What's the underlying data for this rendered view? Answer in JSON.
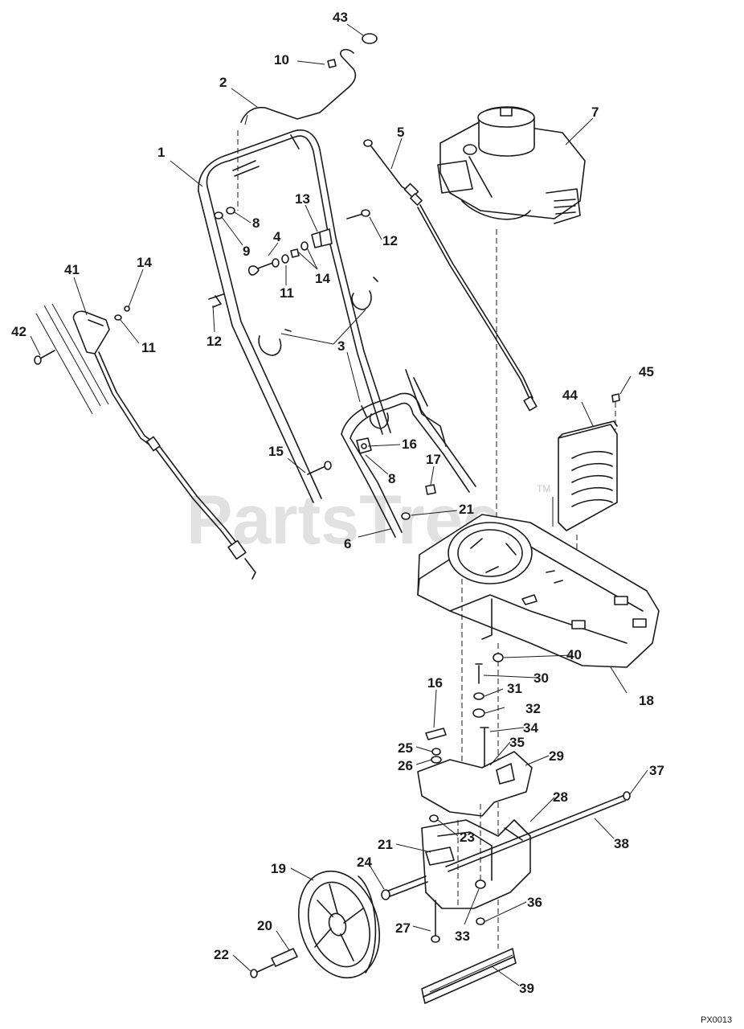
{
  "diagram": {
    "watermark": "PartsTree",
    "watermark_tm": "TM",
    "drawing_code": "PX0013",
    "callouts": [
      {
        "id": "c43",
        "text": "43"
      },
      {
        "id": "c10",
        "text": "10"
      },
      {
        "id": "c2",
        "text": "2"
      },
      {
        "id": "c5",
        "text": "5"
      },
      {
        "id": "c7",
        "text": "7"
      },
      {
        "id": "c1",
        "text": "1"
      },
      {
        "id": "c13",
        "text": "13"
      },
      {
        "id": "c8a",
        "text": "8"
      },
      {
        "id": "c12a",
        "text": "12"
      },
      {
        "id": "c9",
        "text": "9"
      },
      {
        "id": "c4",
        "text": "4"
      },
      {
        "id": "c14a",
        "text": "14"
      },
      {
        "id": "c41",
        "text": "41"
      },
      {
        "id": "c14b",
        "text": "14"
      },
      {
        "id": "c11a",
        "text": "11"
      },
      {
        "id": "c42",
        "text": "42"
      },
      {
        "id": "c11b",
        "text": "11"
      },
      {
        "id": "c12b",
        "text": "12"
      },
      {
        "id": "c3",
        "text": "3"
      },
      {
        "id": "c45",
        "text": "45"
      },
      {
        "id": "c44",
        "text": "44"
      },
      {
        "id": "c16a",
        "text": "16"
      },
      {
        "id": "c15",
        "text": "15"
      },
      {
        "id": "c17",
        "text": "17"
      },
      {
        "id": "c8b",
        "text": "8"
      },
      {
        "id": "c21a",
        "text": "21"
      },
      {
        "id": "c6",
        "text": "6"
      },
      {
        "id": "c40",
        "text": "40"
      },
      {
        "id": "c30",
        "text": "30"
      },
      {
        "id": "c16b",
        "text": "16"
      },
      {
        "id": "c31",
        "text": "31"
      },
      {
        "id": "c18",
        "text": "18"
      },
      {
        "id": "c32",
        "text": "32"
      },
      {
        "id": "c34",
        "text": "34"
      },
      {
        "id": "c25",
        "text": "25"
      },
      {
        "id": "c35",
        "text": "35"
      },
      {
        "id": "c26",
        "text": "26"
      },
      {
        "id": "c29",
        "text": "29"
      },
      {
        "id": "c37",
        "text": "37"
      },
      {
        "id": "c28",
        "text": "28"
      },
      {
        "id": "c23",
        "text": "23"
      },
      {
        "id": "c38",
        "text": "38"
      },
      {
        "id": "c21b",
        "text": "21"
      },
      {
        "id": "c19",
        "text": "19"
      },
      {
        "id": "c24",
        "text": "24"
      },
      {
        "id": "c36",
        "text": "36"
      },
      {
        "id": "c20",
        "text": "20"
      },
      {
        "id": "c27",
        "text": "27"
      },
      {
        "id": "c33",
        "text": "33"
      },
      {
        "id": "c22",
        "text": "22"
      },
      {
        "id": "c39",
        "text": "39"
      }
    ]
  }
}
